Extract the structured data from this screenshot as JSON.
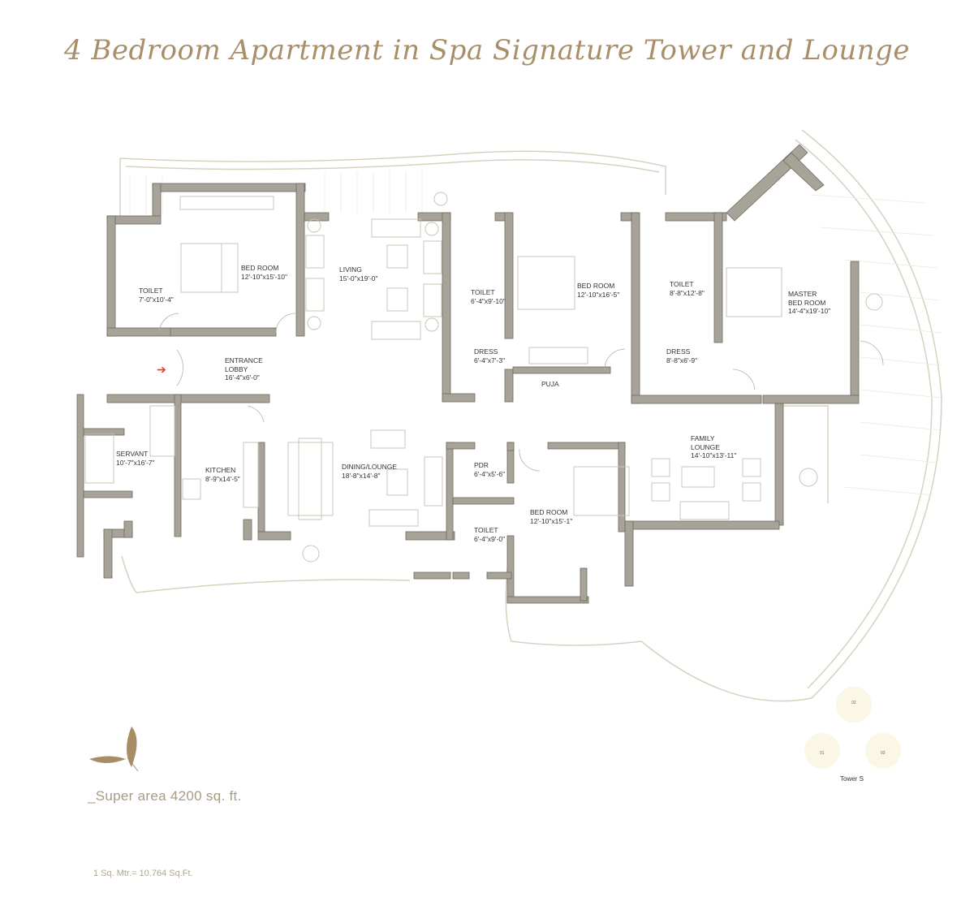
{
  "header": {
    "title": "4 Bedroom Apartment in Spa Signature Tower and Lounge"
  },
  "rooms": [
    {
      "id": "toilet-1",
      "name": "TOILET",
      "size": "7'-0\"x10'-4\""
    },
    {
      "id": "bedroom-1",
      "name": "BED ROOM",
      "size": "12'-10\"x15'-10\""
    },
    {
      "id": "living",
      "name": "LIVING",
      "size": "15'-0\"x19'-0\""
    },
    {
      "id": "toilet-2",
      "name": "TOILET",
      "size": "6'-4\"x9'-10\""
    },
    {
      "id": "bedroom-2",
      "name": "BED ROOM",
      "size": "12'-10\"x16'-5\""
    },
    {
      "id": "dress-1",
      "name": "DRESS",
      "size": "6'-4\"x7'-3\""
    },
    {
      "id": "puja",
      "name": "PUJA",
      "size": ""
    },
    {
      "id": "toilet-3",
      "name": "TOILET",
      "size": "8'-8\"x12'-8\""
    },
    {
      "id": "dress-2",
      "name": "DRESS",
      "size": "8'-8\"x6'-9\""
    },
    {
      "id": "master-bedroom",
      "name": "MASTER\nBED ROOM",
      "size": "14'-4\"x19'-10\""
    },
    {
      "id": "entrance-lobby",
      "name": "ENTRANCE\nLOBBY",
      "size": "16'-4\"x6'-0\""
    },
    {
      "id": "servant",
      "name": "SERVANT",
      "size": "10'-7\"x16'-7\""
    },
    {
      "id": "kitchen",
      "name": "KITCHEN",
      "size": "8'-9\"x14'-5\""
    },
    {
      "id": "dining-lounge",
      "name": "DINING/LOUNGE",
      "size": "18'-8\"x14'-8\""
    },
    {
      "id": "pdr",
      "name": "PDR",
      "size": "6'-4\"x5'-6\""
    },
    {
      "id": "toilet-4",
      "name": "TOILET",
      "size": "6'-4\"x9'-0\""
    },
    {
      "id": "bedroom-3",
      "name": "BED ROOM",
      "size": "12'-10\"x15'-1\""
    },
    {
      "id": "family-lounge",
      "name": "FAMILY\nLOUNGE",
      "size": "14'-10\"x13'-11\""
    }
  ],
  "entrance_arrow": "➔",
  "footer": {
    "super_area": "_Super area 4200 sq. ft.",
    "conversion": "1 Sq. Mtr.= 10.764 Sq.Ft."
  },
  "key_plan": {
    "units": [
      "02",
      "01",
      "03"
    ],
    "label": "Tower S"
  },
  "colors": {
    "title": "#a88f6a",
    "wall": "#a8a398",
    "wall_stroke": "#6f6a60",
    "furniture": "#c9c6b6",
    "balcony": "#ddd8c6",
    "entry_arrow": "#e03a2a",
    "leaf": "#a88c66"
  }
}
